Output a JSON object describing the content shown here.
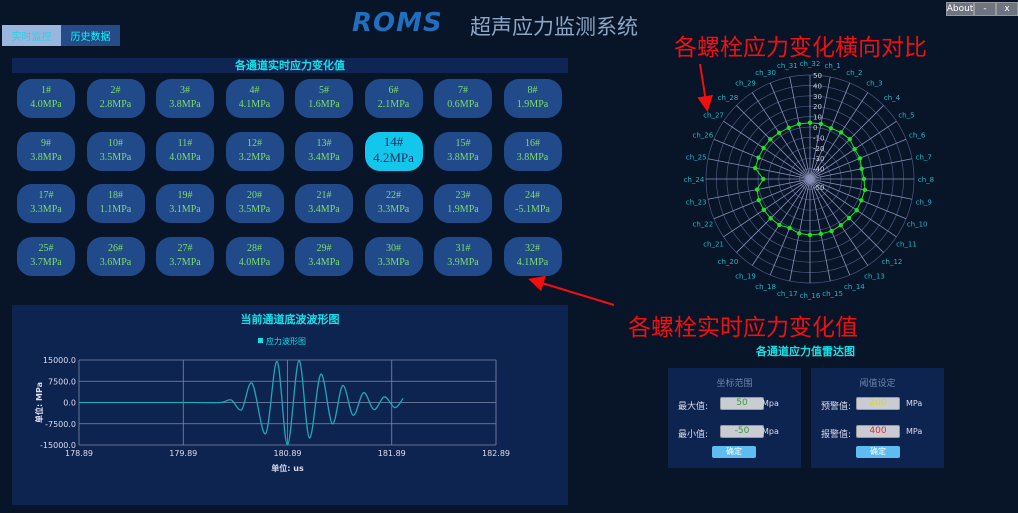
{
  "window": {
    "about": "About",
    "minimize": "-",
    "close": "x"
  },
  "tabs": [
    {
      "label": "实时监控",
      "active": true
    },
    {
      "label": "历史数据",
      "active": false
    }
  ],
  "header": {
    "logo": "ROMS",
    "title": "超声应力监测系统"
  },
  "channels_panel": {
    "title": "各通道实时应力变化值",
    "selected": "14#",
    "channels": [
      {
        "id": "1#",
        "value": "4.0MPa"
      },
      {
        "id": "2#",
        "value": "2.8MPa"
      },
      {
        "id": "3#",
        "value": "3.8MPa"
      },
      {
        "id": "4#",
        "value": "4.1MPa"
      },
      {
        "id": "5#",
        "value": "1.6MPa"
      },
      {
        "id": "6#",
        "value": "2.1MPa"
      },
      {
        "id": "7#",
        "value": "0.6MPa"
      },
      {
        "id": "8#",
        "value": "1.9MPa"
      },
      {
        "id": "9#",
        "value": "3.8MPa"
      },
      {
        "id": "10#",
        "value": "3.5MPa"
      },
      {
        "id": "11#",
        "value": "4.0MPa"
      },
      {
        "id": "12#",
        "value": "3.2MPa"
      },
      {
        "id": "13#",
        "value": "3.4MPa"
      },
      {
        "id": "14#",
        "value": "4.2MPa"
      },
      {
        "id": "15#",
        "value": "3.8MPa"
      },
      {
        "id": "16#",
        "value": "3.8MPa"
      },
      {
        "id": "17#",
        "value": "3.3MPa"
      },
      {
        "id": "18#",
        "value": "1.1MPa"
      },
      {
        "id": "19#",
        "value": "3.1MPa"
      },
      {
        "id": "20#",
        "value": "3.5MPa"
      },
      {
        "id": "21#",
        "value": "3.4MPa"
      },
      {
        "id": "22#",
        "value": "3.3MPa"
      },
      {
        "id": "23#",
        "value": "1.9MPa"
      },
      {
        "id": "24#",
        "value": "-5.1MPa"
      },
      {
        "id": "25#",
        "value": "3.7MPa"
      },
      {
        "id": "26#",
        "value": "3.6MPa"
      },
      {
        "id": "27#",
        "value": "3.7MPa"
      },
      {
        "id": "28#",
        "value": "4.0MPa"
      },
      {
        "id": "29#",
        "value": "3.4MPa"
      },
      {
        "id": "30#",
        "value": "3.3MPa"
      },
      {
        "id": "31#",
        "value": "3.9MPa"
      },
      {
        "id": "32#",
        "value": "4.1MPa"
      }
    ]
  },
  "annotations": {
    "radar": "各螺栓应力变化横向对比",
    "channels": "各螺栓实时应力变化值"
  },
  "radar_title": "各通道应力值雷达图",
  "range_box": {
    "title": "坐标范围",
    "max_label": "最大值:",
    "max_value": "50",
    "min_label": "最小值:",
    "min_value": "-50",
    "unit": "Mpa",
    "ok": "确定"
  },
  "threshold_box": {
    "title": "阈值设定",
    "warn_label": "预警值:",
    "warn_value": "200",
    "alarm_label": "报警值:",
    "alarm_value": "400",
    "unit": "MPa",
    "ok": "确定",
    "warn_color": "#d8d830",
    "alarm_color": "#e03030"
  },
  "chart_data": [
    {
      "type": "line",
      "title": "当前通道底波波形图",
      "legend": [
        "应力波形图"
      ],
      "legend_placement": "top-center",
      "xlabel": "单位: us",
      "ylabel": "单位: MPa",
      "xlim": [
        178.89,
        182.89
      ],
      "ylim": [
        -15000,
        15000
      ],
      "xticks": [
        "178.89",
        "179.89",
        "180.89",
        "181.89",
        "182.89"
      ],
      "yticks": [
        "15000.0",
        "7500.0",
        "0.0",
        "-7500.0",
        "-15000.0"
      ],
      "color": "#1fa7b8",
      "x": [
        178.89,
        179.5,
        180.0,
        180.25,
        180.35,
        180.45,
        180.55,
        180.68,
        180.79,
        180.89,
        181.0,
        181.1,
        181.21,
        181.32,
        181.42,
        181.52,
        181.62,
        181.72,
        181.82,
        181.92,
        182.0
      ],
      "y": [
        0,
        0,
        0,
        0,
        900,
        -2500,
        6800,
        -11000,
        14500,
        -15000,
        14800,
        -12500,
        10000,
        -7500,
        6000,
        -4500,
        3500,
        -2500,
        2000,
        -1800,
        1500
      ]
    },
    {
      "type": "radar",
      "range": [
        -50,
        50
      ],
      "ticks": [
        "50",
        "40",
        "30",
        "20",
        "10",
        "0",
        "-10",
        "-20",
        "-30",
        "-40",
        "-50"
      ],
      "categories": [
        "ch_32",
        "ch_1",
        "ch_2",
        "ch_3",
        "ch_4",
        "ch_5",
        "ch_6",
        "ch_7",
        "ch_8",
        "ch_9",
        "ch_10",
        "ch_11",
        "ch_12",
        "ch_13",
        "ch_14",
        "ch_15",
        "ch_16",
        "ch_17",
        "ch_18",
        "ch_19",
        "ch_20",
        "ch_21",
        "ch_22",
        "ch_23",
        "ch_24",
        "ch_25",
        "ch_26",
        "ch_27",
        "ch_28",
        "ch_29",
        "ch_30",
        "ch_31"
      ],
      "values": [
        4.1,
        4.0,
        2.8,
        3.8,
        4.1,
        1.6,
        2.1,
        0.6,
        1.9,
        3.8,
        3.5,
        4.0,
        3.2,
        3.4,
        4.2,
        3.8,
        3.8,
        3.3,
        1.1,
        3.1,
        3.5,
        3.4,
        3.3,
        1.9,
        -5.1,
        3.7,
        3.6,
        3.7,
        4.0,
        3.4,
        3.3,
        3.9
      ],
      "color": "#22e022"
    }
  ]
}
